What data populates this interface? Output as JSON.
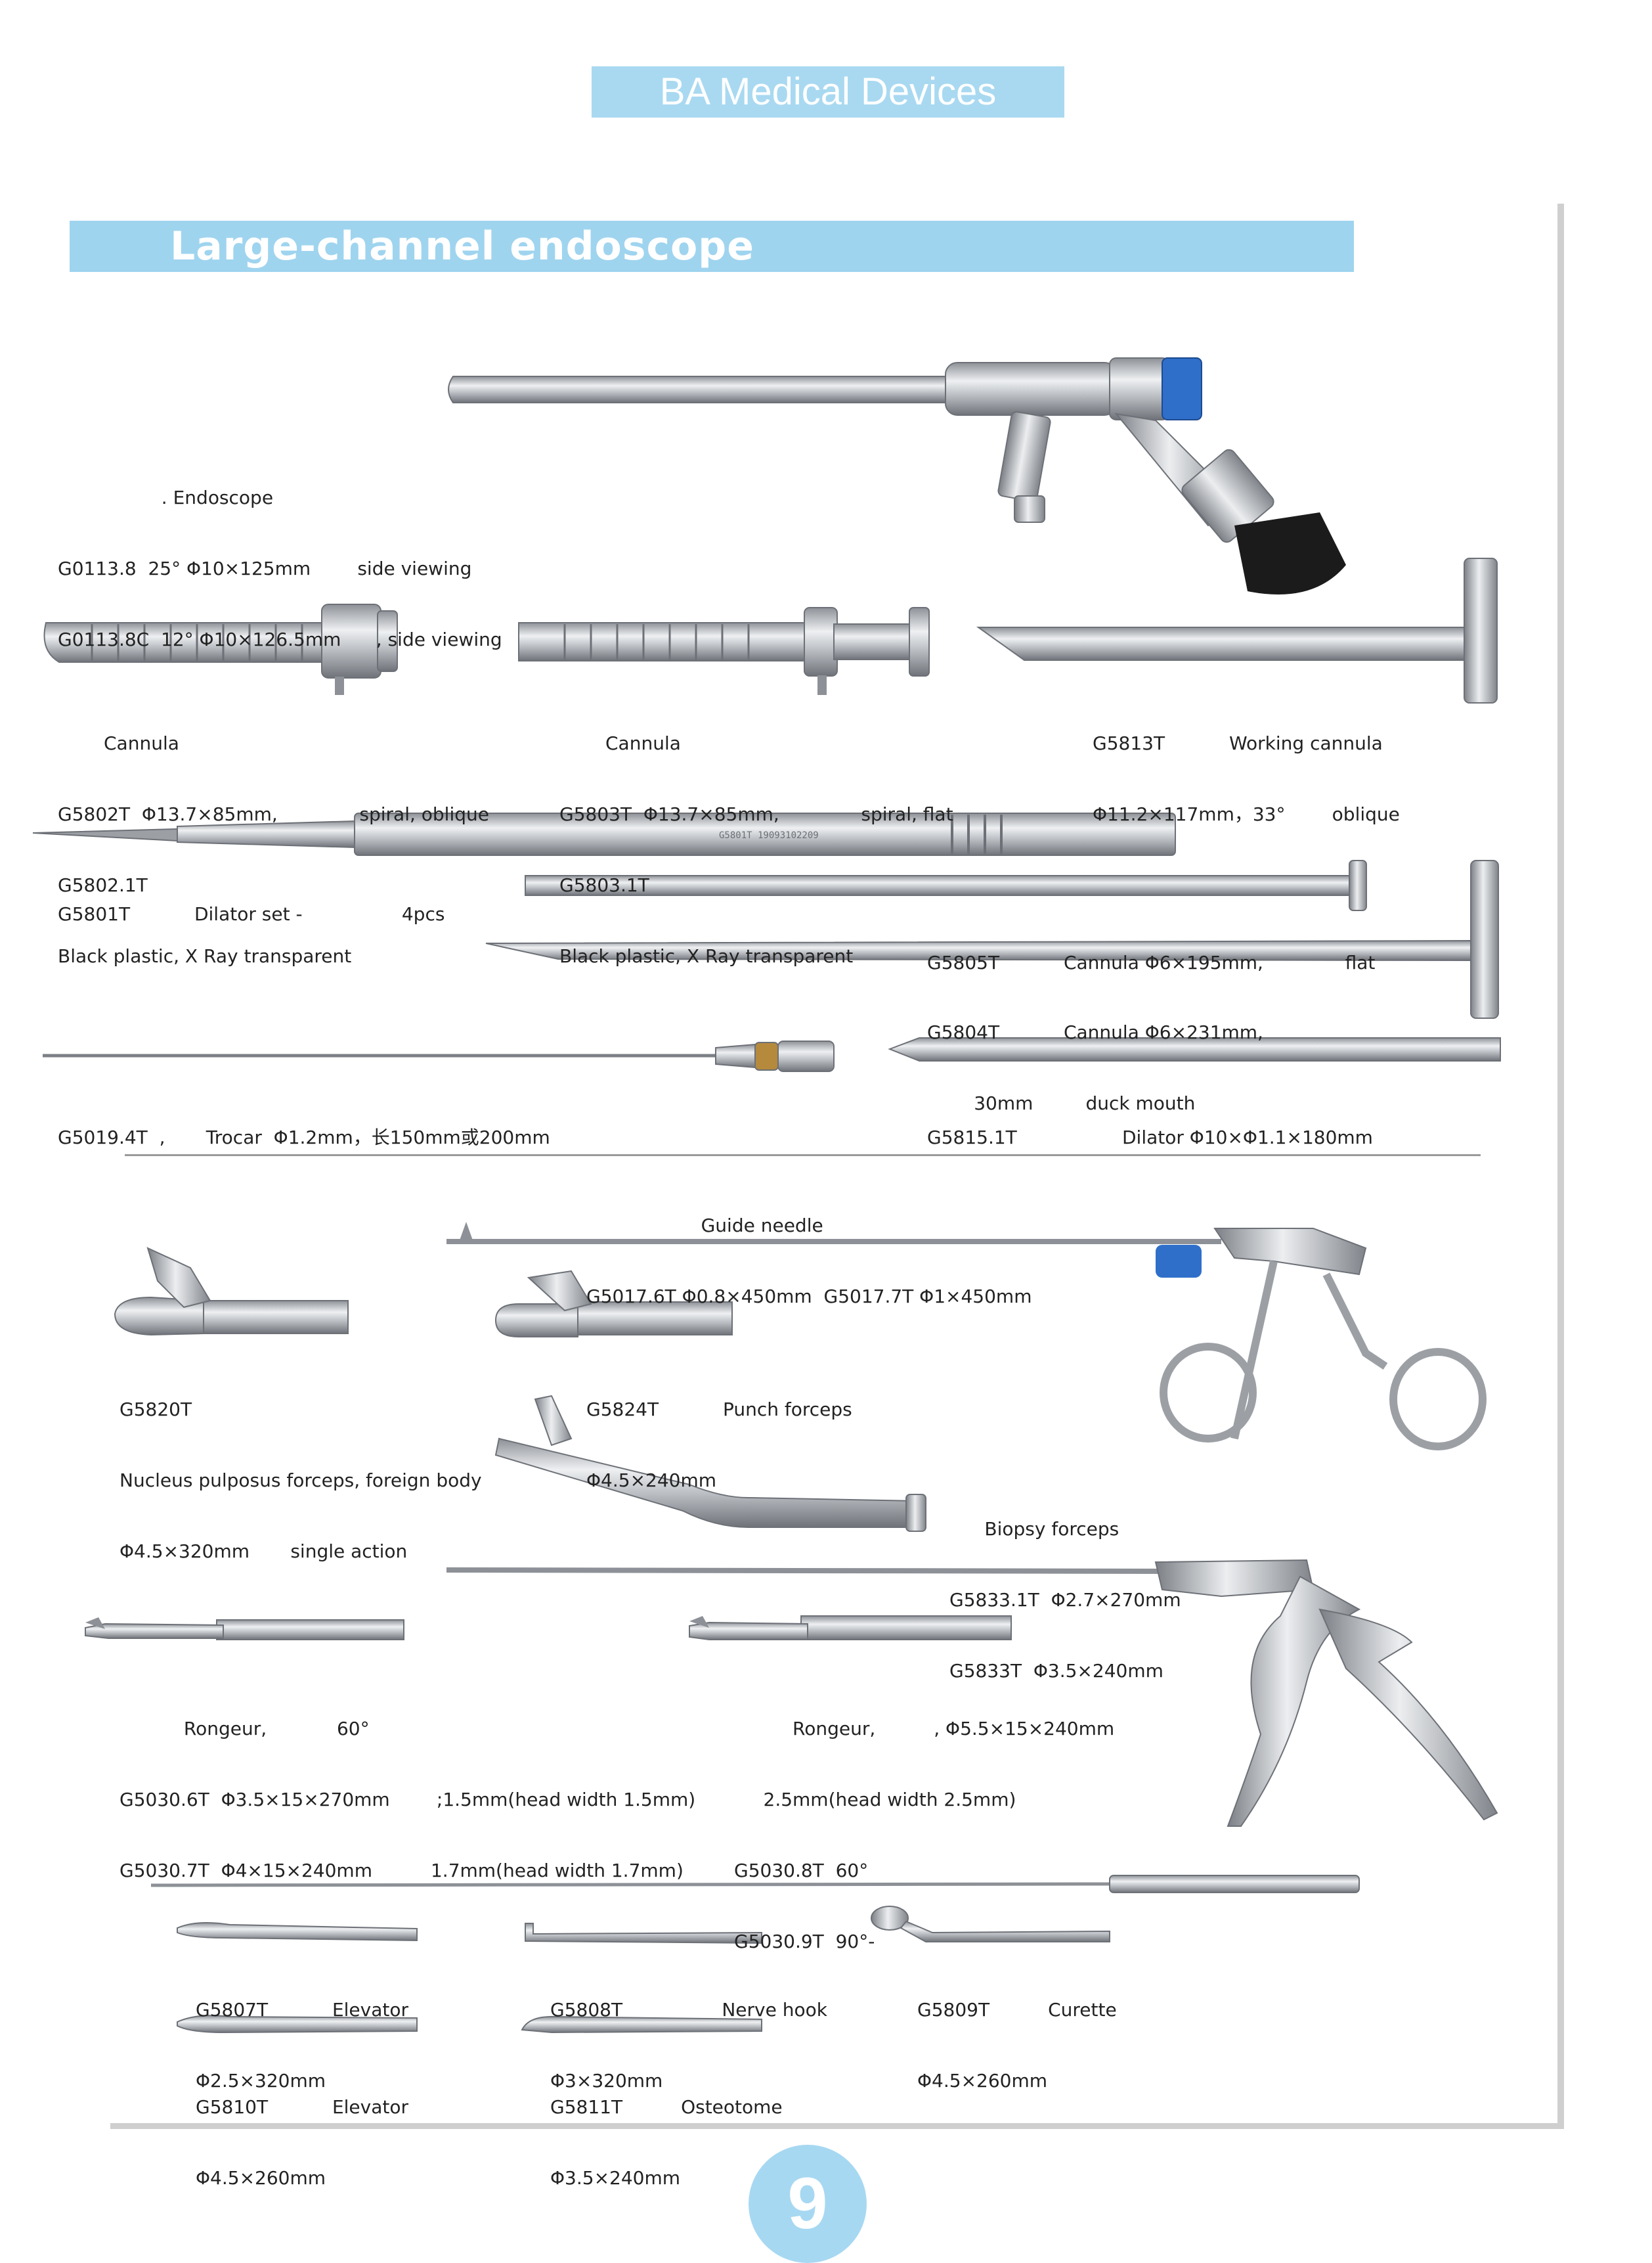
{
  "header": {
    "brand": "BA Medical Devices"
  },
  "section": {
    "title": "Large-channel  endoscope"
  },
  "labels": {
    "endoscope": [
      "  . Endoscope",
      "G0113.8  25° Φ10×125mm        side viewing",
      "G0113.8C  12° Φ10×126.5mm      , side viewing"
    ],
    "cannula_a": [
      "Cannula",
      "G5802T  Φ13.7×85mm,              spiral, oblique",
      "G5802.1T",
      "Black plastic, X Ray transparent"
    ],
    "cannula_b": [
      "Cannula",
      "G5803T  Φ13.7×85mm,              spiral, flat",
      "G5803.1T",
      "Black plastic, X Ray transparent"
    ],
    "working_cannula": [
      "G5813T           Working cannula",
      "Φ11.2×117mm，33°        oblique"
    ],
    "dilator_set": [
      "G5801T           Dilator set -                 4pcs"
    ],
    "cannula_5805": [
      "G5805T           Cannula Φ6×195mm,              flat"
    ],
    "cannula_5804": [
      "G5804T           Cannula Φ6×231mm,",
      "        30mm         duck mouth"
    ],
    "trocar": [
      "G5019.4T  ,       Trocar  Φ1.2mm，长150mm或200mm"
    ],
    "dilator_5815": [
      "G5815.1T                  Dilator Φ10×Φ1.1×180mm"
    ],
    "guide_needle": [
      "              Guide needle",
      "G5017.6T Φ0.8×450mm  G5017.7T Φ1×450mm"
    ],
    "nucleus_forceps": [
      "G5820T",
      "Nucleus pulposus forceps, foreign body",
      "Φ4.5×320mm       single action"
    ],
    "punch_forceps": [
      "G5824T           Punch forceps",
      "Φ4.5×240mm"
    ],
    "biopsy_forceps": [
      "      Biopsy forceps",
      "G5833.1T  Φ2.7×270mm",
      "G5833T  Φ3.5×240mm"
    ],
    "rongeur_a": [
      "           Rongeur,            60°",
      "G5030.6T  Φ3.5×15×270mm        ;1.5mm(head width 1.5mm)",
      "G5030.7T  Φ4×15×240mm          1.7mm(head width 1.7mm)"
    ],
    "rongeur_b": [
      "          Rongeur,          , Φ5.5×15×240mm",
      "     2.5mm(head width 2.5mm)",
      "G5030.8T  60°",
      "G5030.9T  90°-"
    ],
    "elevator_a": [
      "G5807T           Elevator",
      "Φ2.5×320mm"
    ],
    "nerve_hook": [
      "G5808T                 Nerve hook",
      "Φ3×320mm"
    ],
    "curette": [
      "G5809T          Curette",
      "Φ4.5×260mm"
    ],
    "elevator_b": [
      "G5810T           Elevator",
      "Φ4.5×260mm"
    ],
    "osteotome": [
      "G5811T          Osteotome",
      "Φ3.5×240mm"
    ]
  },
  "engraving": "G5801T   19093102209",
  "page_number": "9",
  "colors": {
    "brand_bar": "#a9d9f1",
    "section_bar": "#9fd4ef",
    "page_circle": "#a7d8f2",
    "steel": "#b8bcc0"
  }
}
